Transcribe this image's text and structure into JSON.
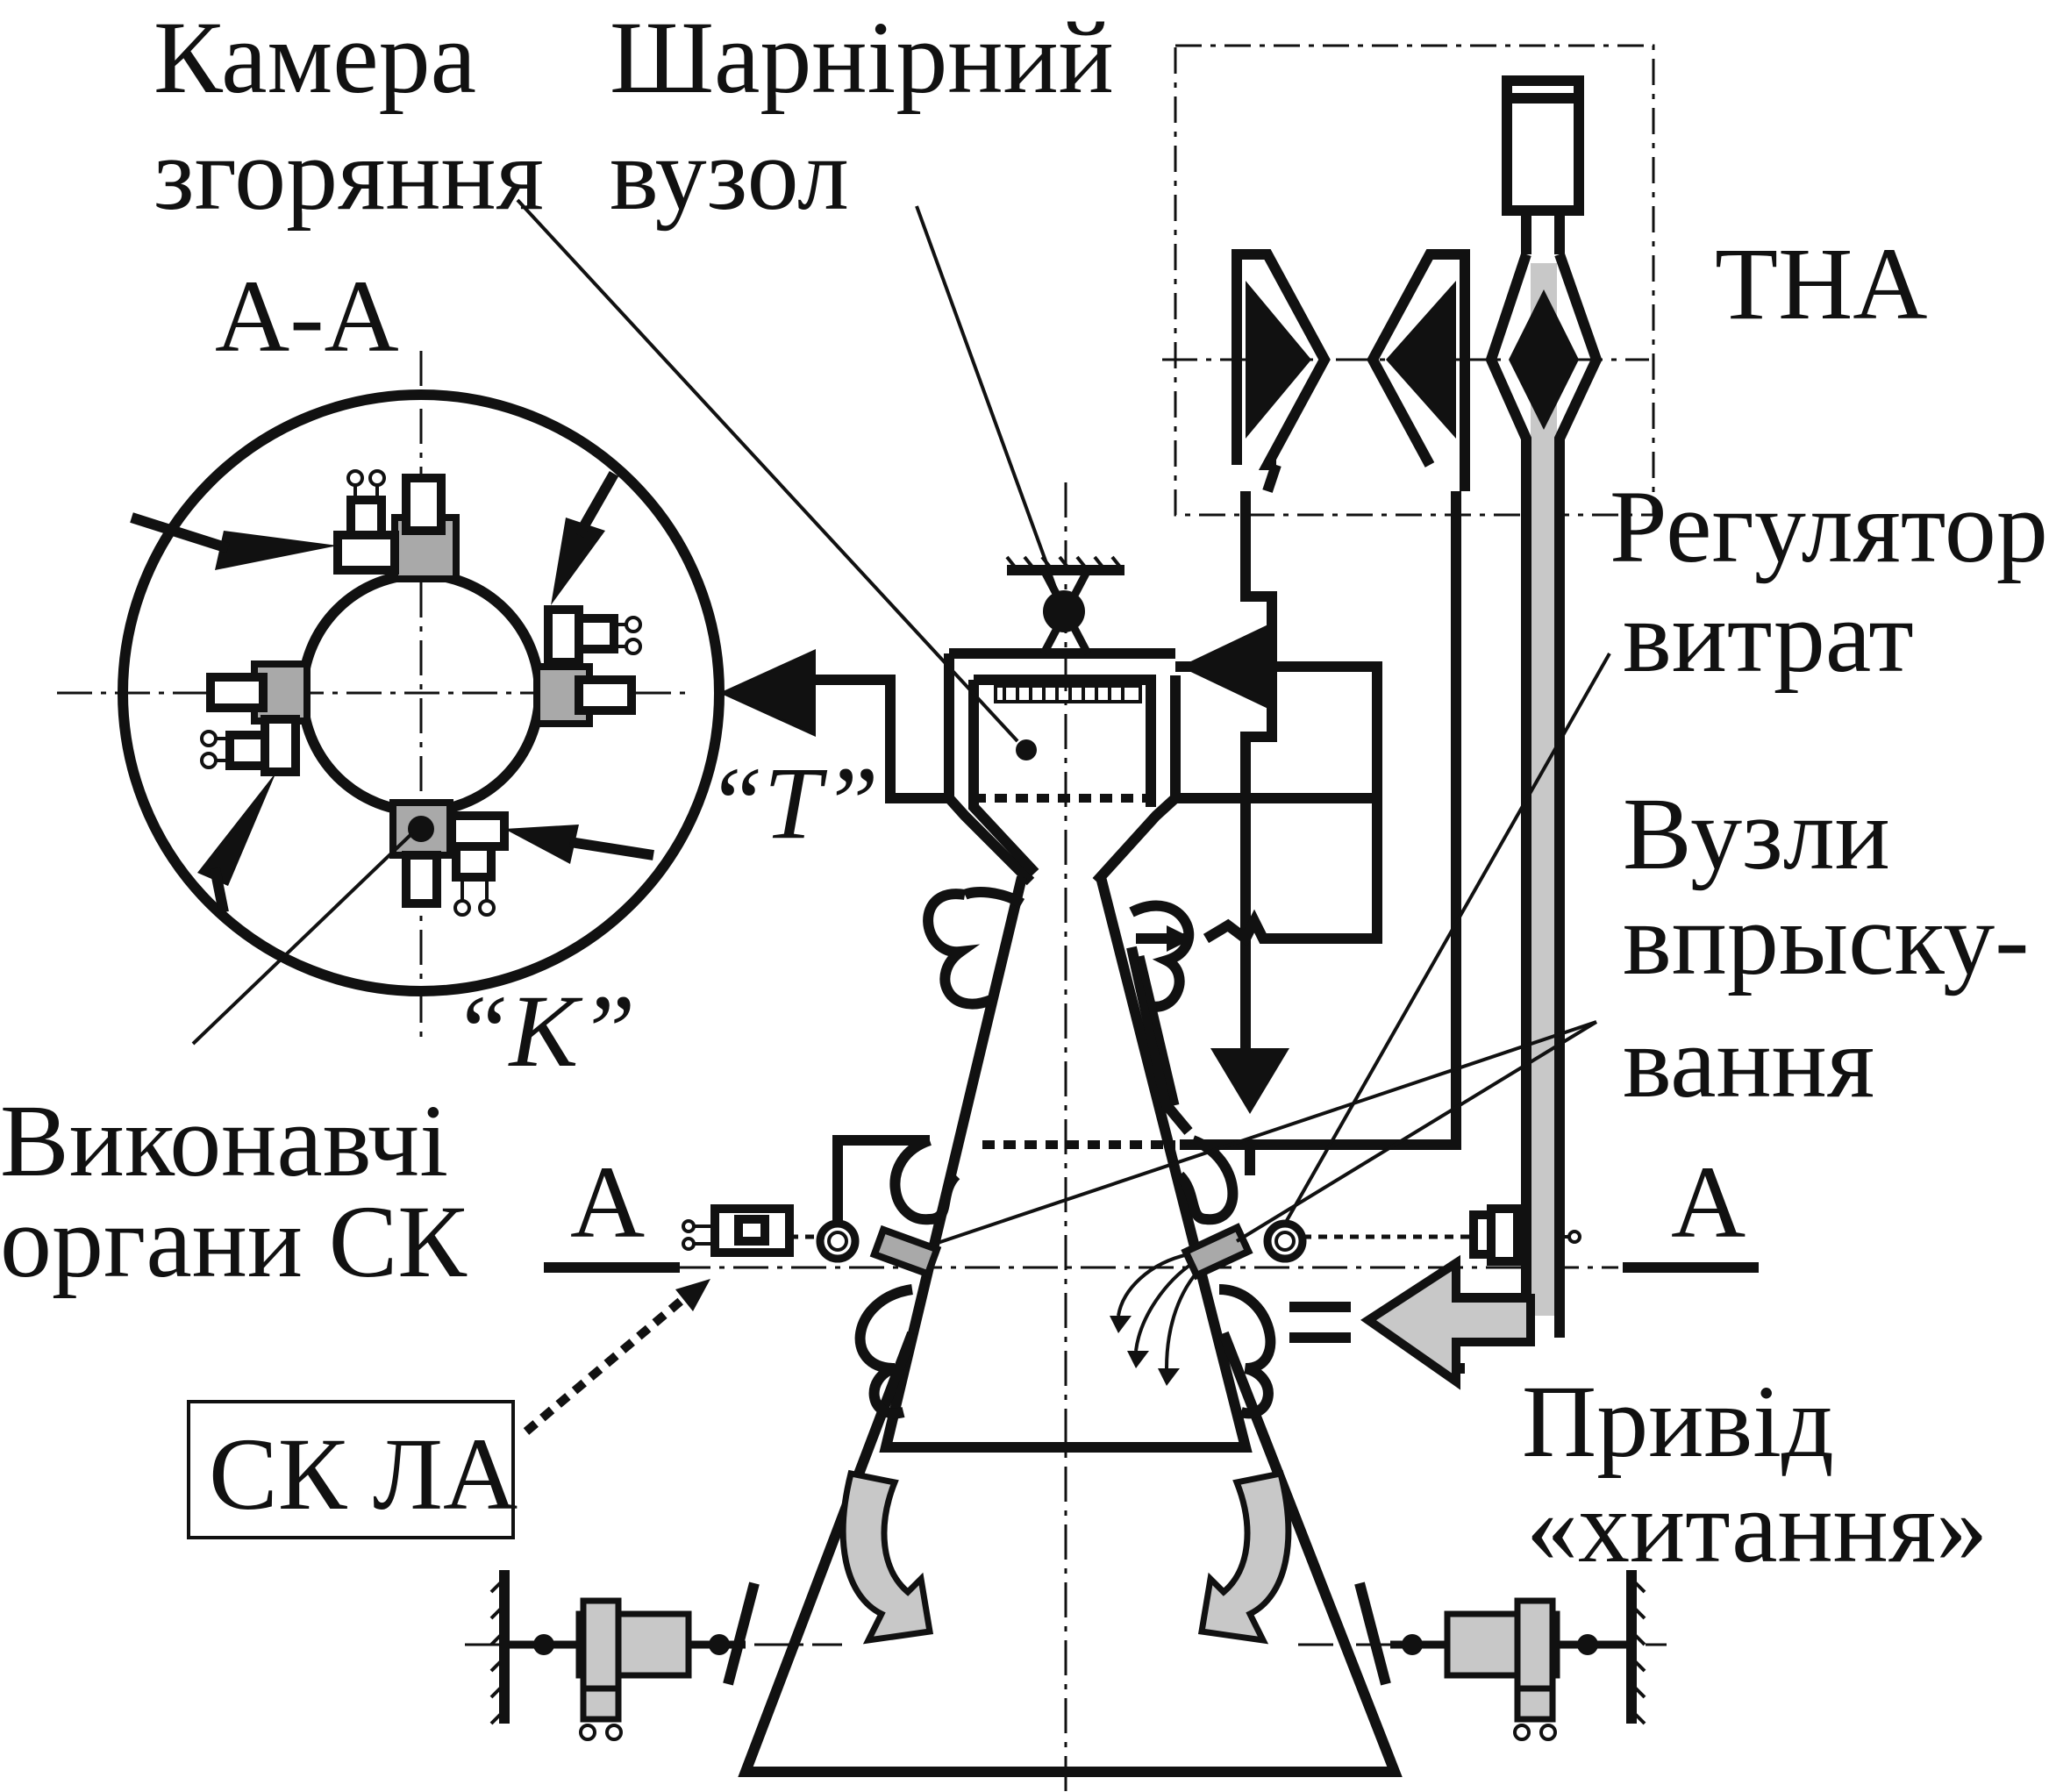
{
  "labels": {
    "chamber_line1": "Камера",
    "chamber_line2": "згоряння",
    "hinge_line1": "Шарнірний",
    "hinge_line2": "вузол",
    "section": "А-А",
    "tha": "ТНА",
    "regulator_line1": "Регулятор",
    "regulator_line2": "витрат",
    "injection_line1": "Вузли",
    "injection_line2": "впрыску-",
    "injection_line3": "вання",
    "actuators_line1": "Виконавчі",
    "actuators_line2": "органи СК",
    "section_mark_left": "А",
    "section_mark_right": "А",
    "sk_la": "СК ЛА",
    "drive_line1": "Привід",
    "drive_line2": "«хитання»",
    "mark_t": "“Т”",
    "mark_k": "“К”"
  },
  "colors": {
    "line": "#111111",
    "fill_dark_gray": "#a9a9a9",
    "fill_light_gray": "#c8c8c8",
    "background": "#ffffff"
  }
}
